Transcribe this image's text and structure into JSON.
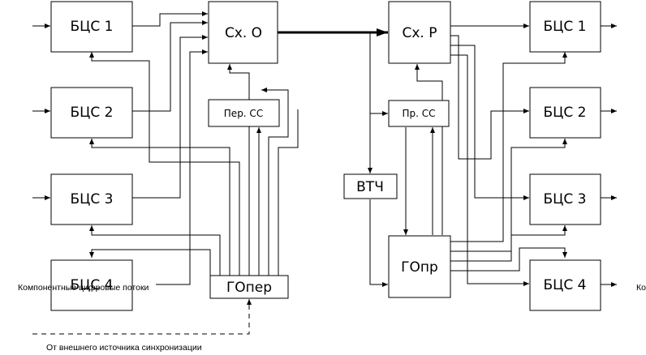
{
  "blocks": {
    "left_bcs1": "БЦС 1",
    "left_bcs2": "БЦС 2",
    "left_bcs3": "БЦС 3",
    "left_bcs4": "БЦС 4",
    "sx_o": "Сх. О",
    "per_ss": "Пер. СС",
    "goper": "ГОпер",
    "sx_r": "Сх. Р",
    "pr_ss": "Пр. СС",
    "vtch": "ВТЧ",
    "gopr": "ГОпр",
    "right_bcs1": "БЦС 1",
    "right_bcs2": "БЦС 2",
    "right_bcs3": "БЦС 3",
    "right_bcs4": "БЦС 4"
  },
  "labels": {
    "components_left": "Компонентные цифровые потоки",
    "components_right": "Ко",
    "sync_source": "От внешнего источника синхронизации"
  }
}
